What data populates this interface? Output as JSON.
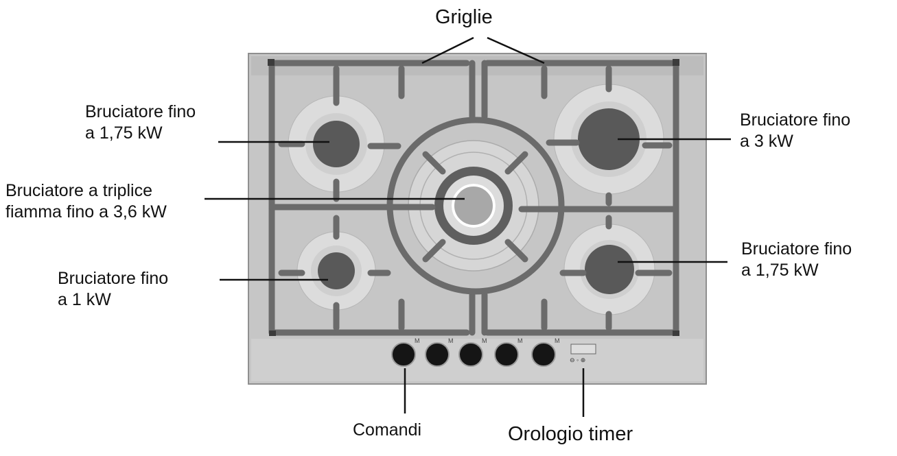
{
  "labels": {
    "griglie": "Griglie",
    "left_top": [
      "Bruciatore fino",
      "a 1,75 kW"
    ],
    "left_mid": [
      "Bruciatore a triplice",
      "fiamma fino a 3,6 kW"
    ],
    "left_bottom": [
      "Bruciatore fino",
      "a 1 kW"
    ],
    "right_top": [
      "Bruciatore fino",
      "a 3 kW"
    ],
    "right_bottom": [
      "Bruciatore fino",
      "a 1,75 kW"
    ],
    "comandi": "Comandi",
    "orologio": "Orologio timer"
  },
  "controls": {
    "knob_count": 5,
    "timer_marks": "⊖ ◦ ⊕"
  },
  "colors": {
    "panel": "#c9c9c9",
    "panel_edge": "#9a9a9a",
    "grate": "#6e6e6e",
    "burner_cap": "#5a5a5a",
    "burner_ring": "#dcdcdc",
    "knob": "#151515"
  }
}
